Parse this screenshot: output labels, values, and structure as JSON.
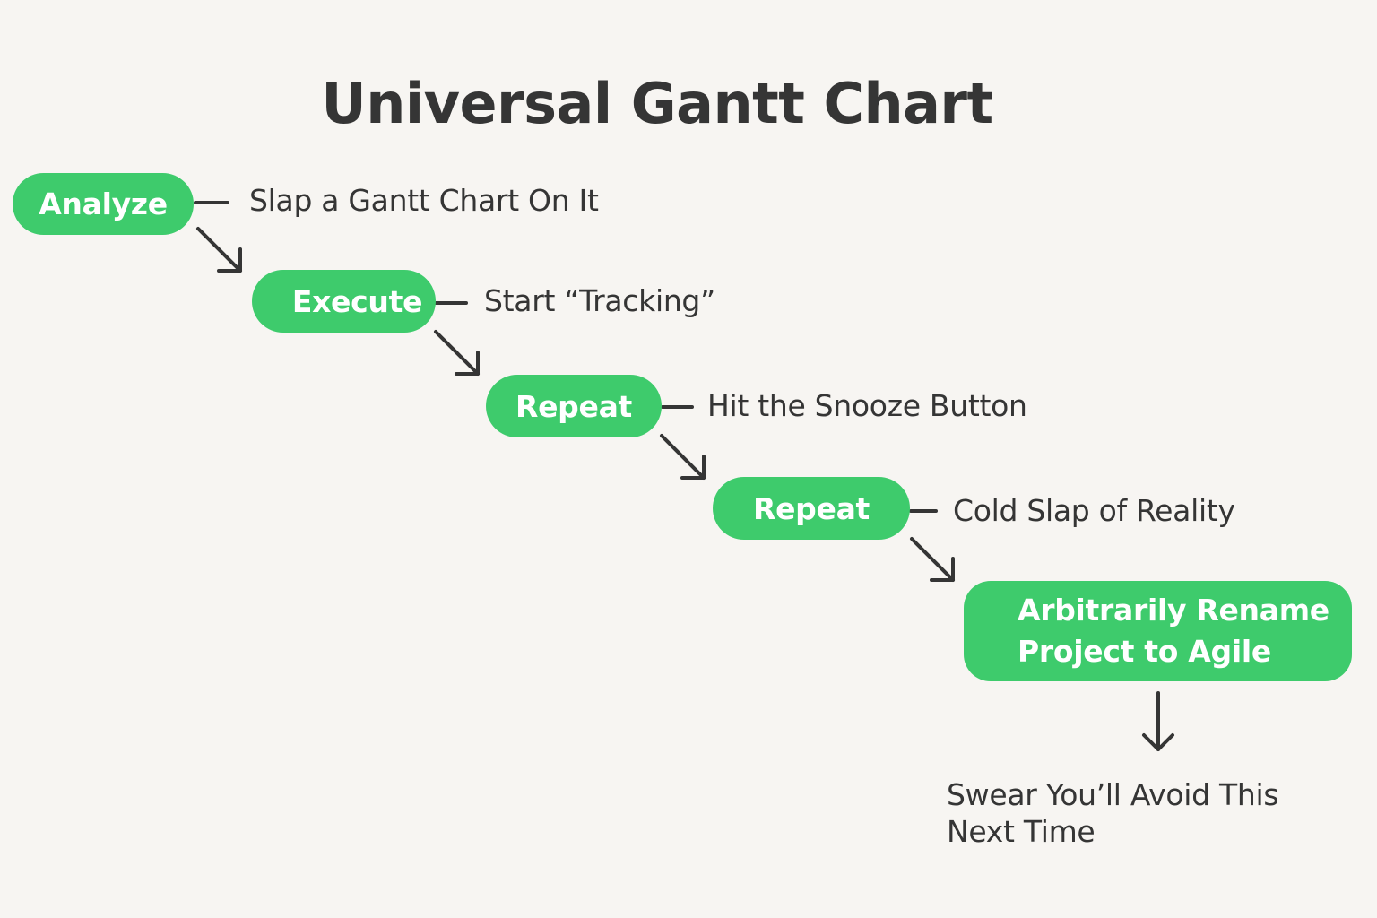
{
  "title": "Universal Gantt Chart",
  "colors": {
    "background": "#f7f5f2",
    "node_fill": "#3ecb6c",
    "node_text": "#ffffff",
    "text": "#353535",
    "connector": "#353535"
  },
  "steps": [
    {
      "node": "Analyze",
      "note": "Slap a Gantt Chart On It"
    },
    {
      "node": "Execute",
      "note": "Start “Tracking”"
    },
    {
      "node": "Repeat",
      "note": "Hit the Snooze Button"
    },
    {
      "node": "Repeat",
      "note": "Cold Slap of Reality"
    },
    {
      "node": "Arbitrarily Rename\nProject to Agile",
      "note": "Swear You’ll Avoid This\nNext Time"
    }
  ]
}
